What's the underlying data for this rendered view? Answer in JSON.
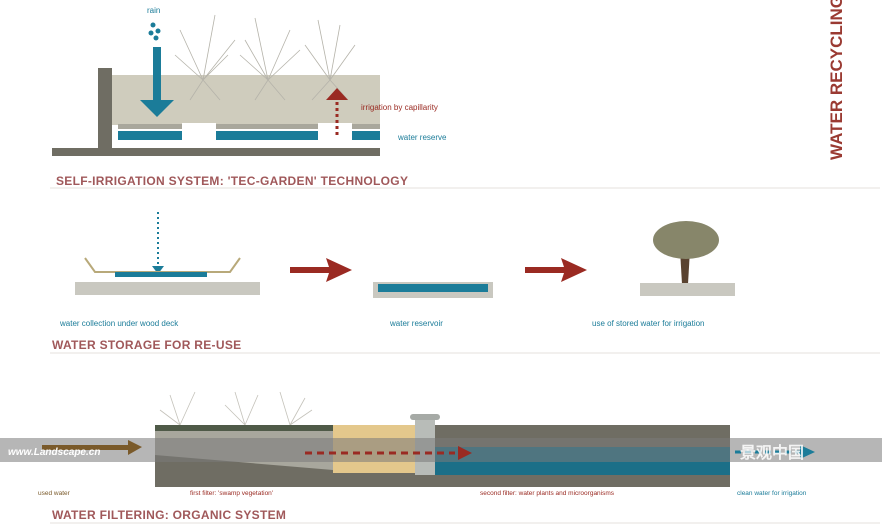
{
  "vertical_title": "WATER RECYCLING",
  "section1": {
    "title": "SELF-IRRIGATION SYSTEM: 'TEC-GARDEN' TECHNOLOGY",
    "rain": "rain",
    "irrigation": "irrigation by capillarity",
    "reserve": "water reserve"
  },
  "section2": {
    "title": "WATER STORAGE FOR RE-USE",
    "label1": "water collection under wood deck",
    "label2": "water reservoir",
    "label3": "use of stored water for irrigation"
  },
  "section3": {
    "title": "WATER FILTERING: ORGANIC SYSTEM",
    "label1": "used water",
    "label2": "first filter: 'swamp vegetation'",
    "label3": "second filter: water plants and microorganisms",
    "label4": "clean water for irrigation"
  },
  "watermark": {
    "left": "www.Landscape.cn",
    "right": "景观中国"
  },
  "colors": {
    "teal": "#1b7c99",
    "red": "#9a2a22",
    "gray": "#6f6d63",
    "soil": "#cfccbd",
    "title": "#a0585a"
  }
}
